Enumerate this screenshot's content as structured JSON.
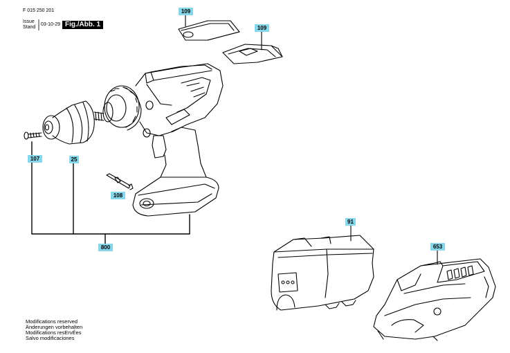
{
  "header": {
    "doc_number": "F 015 250 201",
    "issue_label": "Issue",
    "stand_label": "Stand",
    "date": "03-10-29",
    "fig_label": "Fig./Abb. 1"
  },
  "parts": {
    "p109a": "109",
    "p109b": "109",
    "p107": "107",
    "p25": "25",
    "p108": "108",
    "p800": "800",
    "p91": "91",
    "p653": "653"
  },
  "footer": {
    "line1": "Modifications reserved",
    "line2": "Änderungen vorbehalten",
    "line3": "Modifications resErvÉes",
    "line4": "Salvo modificaciones"
  }
}
